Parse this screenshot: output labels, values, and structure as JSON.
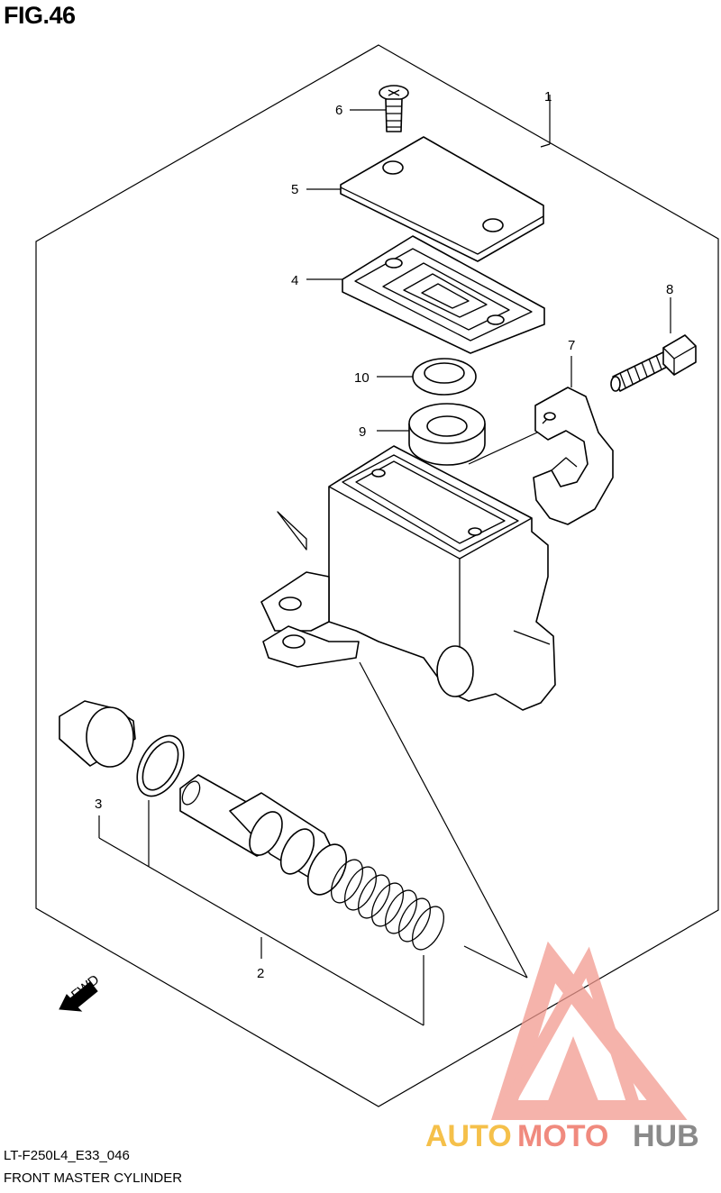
{
  "figure": {
    "title": "FIG.46"
  },
  "callouts": [
    {
      "id": "1",
      "text": "1"
    },
    {
      "id": "2",
      "text": "2"
    },
    {
      "id": "3",
      "text": "3"
    },
    {
      "id": "4",
      "text": "4"
    },
    {
      "id": "5",
      "text": "5"
    },
    {
      "id": "6",
      "text": "6"
    },
    {
      "id": "7",
      "text": "7"
    },
    {
      "id": "8",
      "text": "8"
    },
    {
      "id": "9",
      "text": "9"
    },
    {
      "id": "10",
      "text": "10"
    }
  ],
  "direction_marker": {
    "text": "FWD"
  },
  "watermark": {
    "part1": "AUTO",
    "part2": "MOTO",
    "part3": "HUB",
    "colors": [
      "#f5c04a",
      "#f08a7e",
      "#8a8a8a"
    ]
  },
  "footer": {
    "code": "LT-F250L4_E33_046",
    "name": "FRONT MASTER CYLINDER"
  }
}
